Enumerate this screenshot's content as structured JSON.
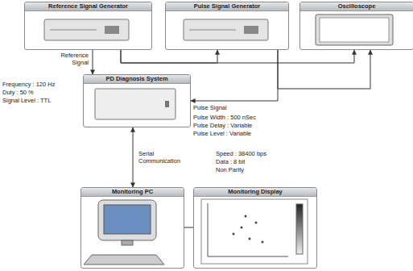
{
  "diagram": {
    "nodes": [
      {
        "text": [
          "Reference Signal Generator"
        ]
      },
      {
        "text": [
          "Pulse Signal Generator"
        ]
      },
      {
        "text": [
          "Oscilloscope"
        ]
      },
      {
        "text": [
          "PD Diagnosis System"
        ]
      },
      {
        "text": [
          "Monitoring PC"
        ]
      },
      {
        "text": [
          "Monitoring Display"
        ]
      }
    ],
    "edges": [
      {
        "from": 0,
        "to": 3,
        "arrow": "to",
        "label": "Reference Signal"
      },
      {
        "from": 0,
        "to": 1,
        "arrow": "to"
      },
      {
        "from": 0,
        "to": 2,
        "arrow": "to"
      },
      {
        "from": 1,
        "to": 3,
        "arrow": "to",
        "label": "Pulse Signal"
      },
      {
        "from": 1,
        "to": 2,
        "arrow": "to"
      },
      {
        "from": 3,
        "to": 4,
        "arrow": "both",
        "label": "Serial Communication"
      },
      {
        "from": 4,
        "to": 5,
        "arrow": "none"
      }
    ],
    "labels": [
      "Frequency : 120 Hz",
      "Duty : 50 %",
      "Signal Level : TTL",
      "Pulse Width : 500 nSec",
      "Pulse Delay : Variable",
      "Pulse Level : Variable",
      "Speed : 38400 bps",
      "Data : 8 bit",
      "Non Parity"
    ]
  }
}
